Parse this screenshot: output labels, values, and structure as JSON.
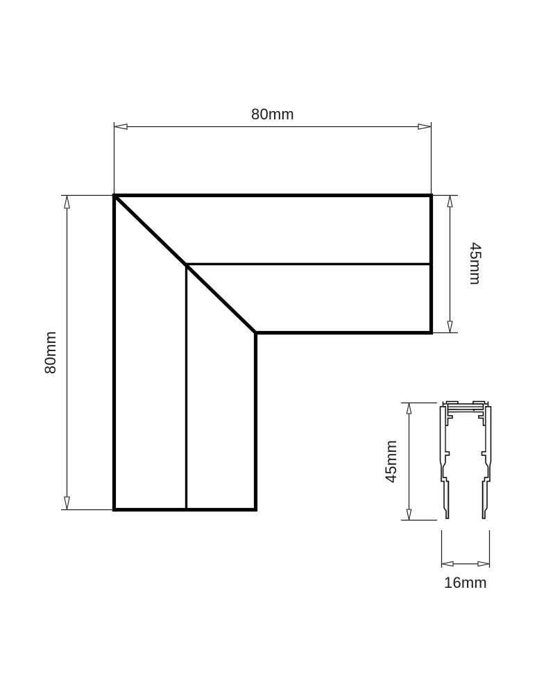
{
  "drawing": {
    "title": "L-shaped corner connector technical drawing",
    "units": "mm",
    "stroke_color": "#000000",
    "dimension_color": "#1a1a1a",
    "background_color": "#ffffff",
    "dimensions": {
      "top_width": "80mm",
      "left_height": "80mm",
      "right_depth": "45mm",
      "profile_height": "45mm",
      "profile_width": "16mm"
    },
    "views": {
      "plan": {
        "name": "L-shaped corner plan view",
        "outer_width_label": "80mm",
        "outer_height_label": "80mm",
        "arm_depth_label": "45mm"
      },
      "section": {
        "name": "Track profile cross section",
        "height_label": "45mm",
        "width_label": "16mm"
      }
    }
  }
}
